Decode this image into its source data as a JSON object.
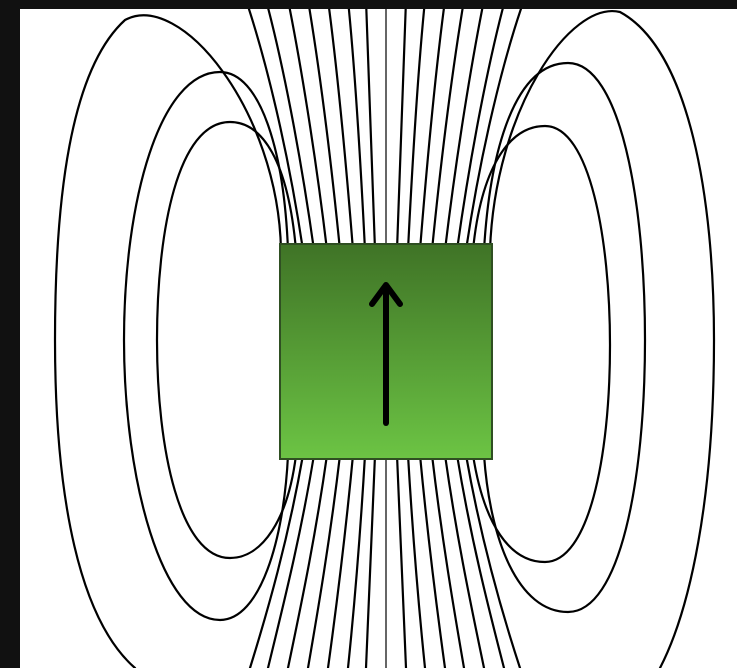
{
  "figure": {
    "background_color": "#111111",
    "canvas_color": "#ffffff",
    "line_color": "#000000",
    "icon": "bar-magnet-with-field-lines"
  },
  "magnet": {
    "icon": "north-pointing-arrow",
    "gradient_top_color": "#3f7326",
    "gradient_bottom_color": "#6cc444",
    "border_color": "#2f4f22",
    "arrow_color": "#000000"
  },
  "field_lines": {
    "closed_loops_per_side": 3,
    "open_lines_per_side": 7,
    "has_central_axis_line": true
  }
}
